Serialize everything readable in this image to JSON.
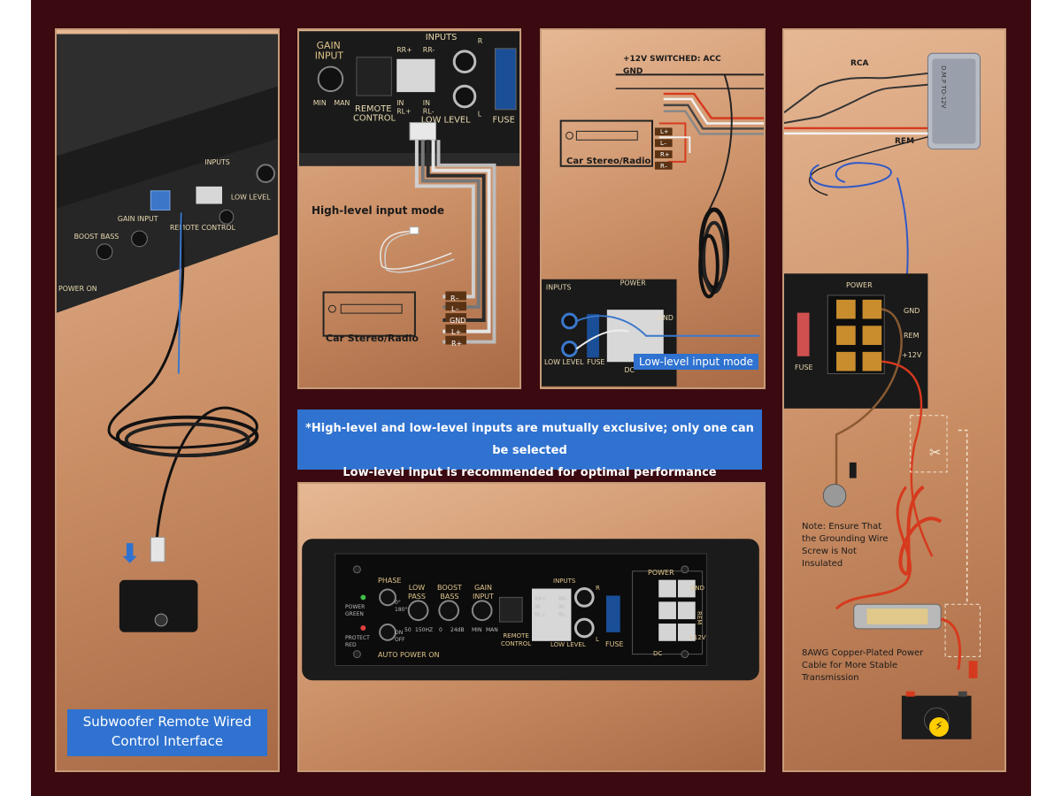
{
  "notice": {
    "line1": "*High-level and low-level inputs are mutually exclusive; only one can be selected",
    "line2": "Low-level input is recommended for optimal performance"
  },
  "panel_remote": {
    "caption_line1": "Subwoofer Remote Wired",
    "caption_line2": "Control Interface",
    "amp_labels": [
      "INPUTS",
      "GAIN INPUT",
      "BOOST BASS",
      "POWER ON",
      "LOW LEVEL",
      "REMOTE CONTROL"
    ]
  },
  "panel_high_level": {
    "title": "High-level input mode",
    "stereo_label": "Car Stereo/Radio",
    "terminals": [
      "R–",
      "L–",
      "GND",
      "L+",
      "R+"
    ],
    "amp_labels": [
      "GAIN",
      "INPUT",
      "MIN",
      "MAN",
      "REMOTE",
      "CONTROL",
      "INPUTS",
      "RR+",
      "IN",
      "RL+",
      "RR-",
      "IN",
      "RL-",
      "LOW LEVEL",
      "FUSE",
      "R",
      "L"
    ]
  },
  "panel_low_level": {
    "power_label": "+12V SWITCHED:  ACC",
    "gnd_label": "GND",
    "stereo_label": "Car Stereo/Radio",
    "terminals": [
      "L+",
      "L–",
      "R+",
      "R–"
    ],
    "tag": "Low-level input mode",
    "amp_labels": [
      "INPUTS",
      "POWER",
      "GND",
      "LOW LEVEL",
      "FUSE",
      "DC"
    ]
  },
  "panel_power": {
    "rca_label": "RCA",
    "rem_label": "REM",
    "module_label": "D.M.P TO-12V",
    "amp_labels": [
      "POWER",
      "GND",
      "REM",
      "+12V",
      "FUSE"
    ],
    "note_ground": [
      "Note: Ensure That",
      "the Grounding Wire",
      "Screw is Not",
      "Insulated"
    ],
    "note_cable": [
      "8AWG Copper-Plated Power",
      "Cable for More Stable",
      "Transmission"
    ]
  },
  "panel_amp": {
    "labels": {
      "phase": "PHASE",
      "low_pass": [
        "LOW",
        "PASS"
      ],
      "boost_bass": [
        "BOOST",
        "BASS"
      ],
      "gain_input": [
        "GAIN",
        "INPUT"
      ],
      "power_green": [
        "POWER",
        "GREEN"
      ],
      "protect_red": [
        "PROTECT",
        "RED"
      ],
      "auto_power": "AUTO POWER ON",
      "lp_scale": [
        "50",
        "150HZ"
      ],
      "bb_scale": [
        "0",
        "24dB"
      ],
      "gi_scale": [
        "MIN",
        "MAN"
      ],
      "remote": [
        "REMOTE",
        "CONTROL"
      ],
      "inputs": "INPUTS",
      "rr": [
        "RR+",
        "IN",
        "RL+"
      ],
      "rl": [
        "RR-",
        "IN",
        "RL-"
      ],
      "low_level": "LOW LEVEL",
      "fuse": "FUSE",
      "power": "POWER",
      "gnd": "GND",
      "rem": "REM",
      "v12": "+12V",
      "dc": "DC",
      "r": "R",
      "l": "L",
      "phase_opts": [
        "0°",
        "180°"
      ],
      "on_off": [
        "ON",
        "OFF"
      ]
    }
  },
  "colors": {
    "frame": "#3a0a10",
    "panel_light": "#e6b894",
    "panel_dark": "#a86a45",
    "accent_blue": "#2f72d0",
    "gold_text": "#e0c48a"
  },
  "icons": [
    "down-arrow-icon",
    "scissors-icon",
    "lightning-icon"
  ]
}
